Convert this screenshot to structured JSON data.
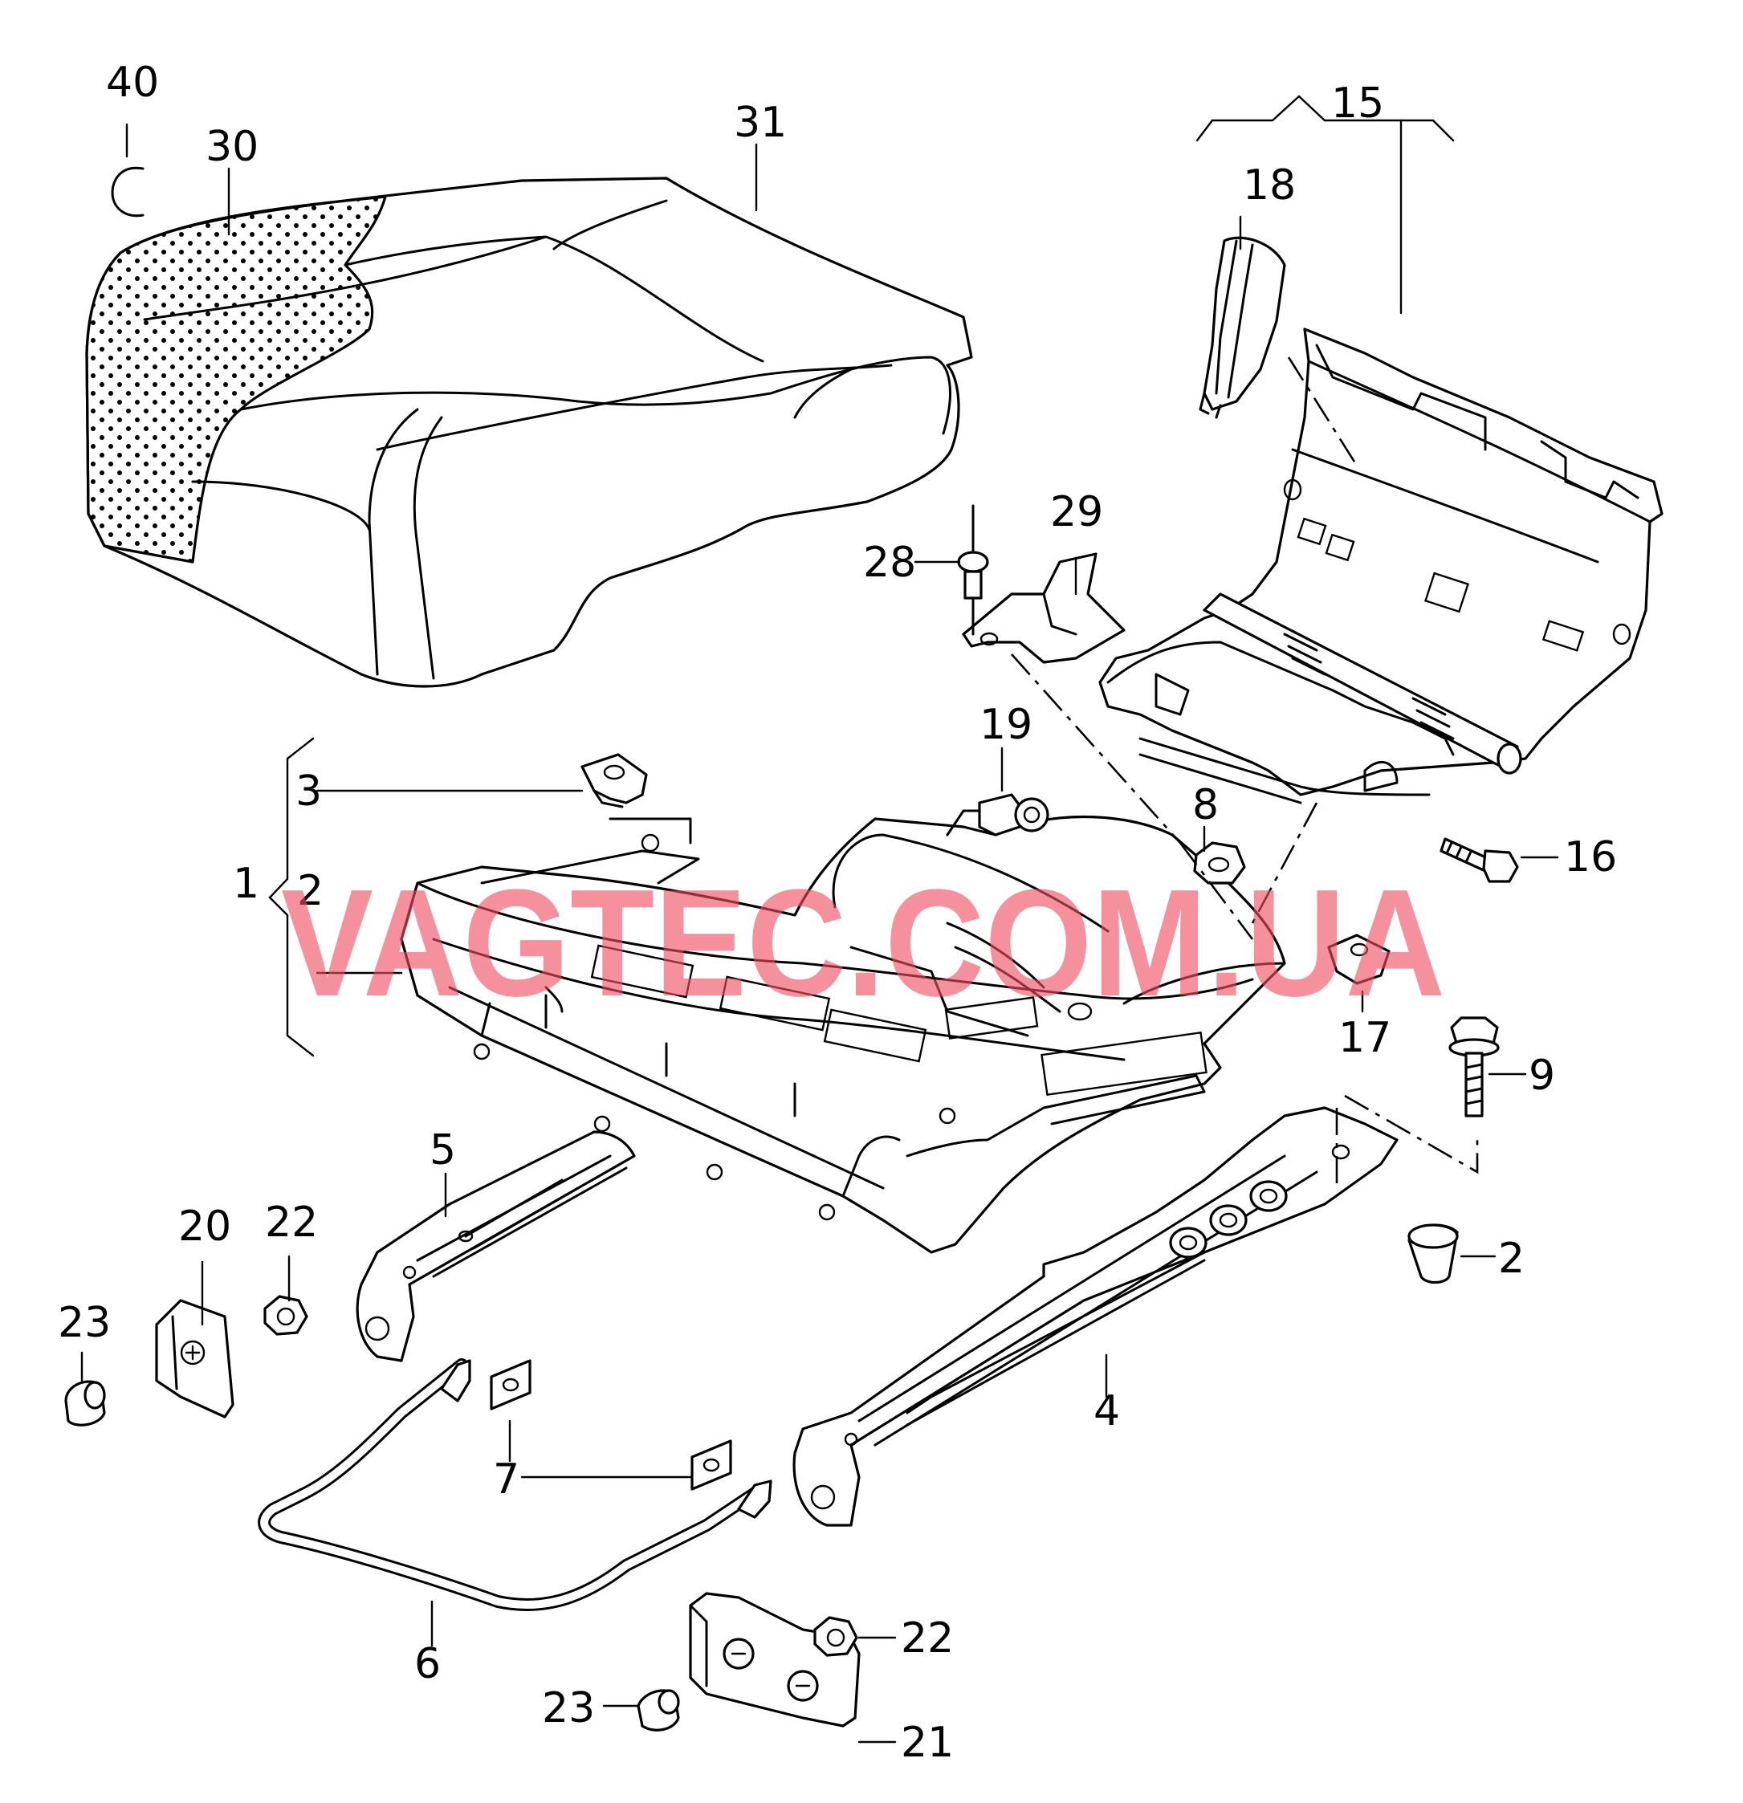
{
  "labels": {
    "p1": "1",
    "p2a": "2",
    "p2b": "2",
    "p3": "3",
    "p4": "4",
    "p5": "5",
    "p6": "6",
    "p7": "7",
    "p8": "8",
    "p9": "9",
    "p15": "15",
    "p16": "16",
    "p17": "17",
    "p18": "18",
    "p19": "19",
    "p20": "20",
    "p21": "21",
    "p22a": "22",
    "p22b": "22",
    "p23a": "23",
    "p23b": "23",
    "p28": "28",
    "p29": "29",
    "p30": "30",
    "p31": "31",
    "p40": "40"
  },
  "watermark": "VAGTEC.COM.UA",
  "colors": {
    "watermark": "#ee4d5f",
    "line": "#000000",
    "background": "#ffffff"
  }
}
